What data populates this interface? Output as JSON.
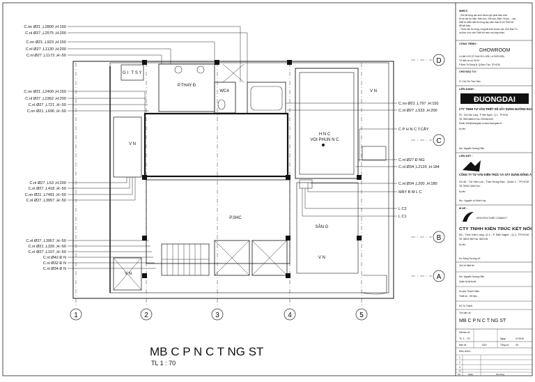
{
  "drawing": {
    "title": "MB C  P N      C  T  NG ST",
    "scale": "TL 1 : 70"
  },
  "grid_columns": [
    "1",
    "2",
    "3",
    "4",
    "5"
  ],
  "grid_rows": [
    "D",
    "C",
    "B",
    "A"
  ],
  "rooms": {
    "toilet_label": "T S Y",
    "toilet_label_left": "G I",
    "changing": "P.THAY Đ",
    "wc": "WC4",
    "shc": "P.SHC",
    "garden": "SÂN G",
    "vn_left_top": "V      N",
    "vn_left_bottom": "V      N",
    "vn_right_top": "V      N",
    "vn_right_mid": "V      N",
    "fountain_line1": "H      N      C",
    "fountain_line2": "VOI PHUN N      C"
  },
  "callouts_left": [
    "C.nn Ø21 ,L2800 ,H:150",
    "C.nl Ø27 ,L2575 ,H:200",
    "C.nn Ø21 ,L923 ,H:150",
    "C.nl Ø27 ,L1130 ,H:200",
    "C.nl Ø27 ,L1173 ,H:-50",
    "C.nn Ø21 ,L2400 ,H:150",
    "C.nl Ø27 ,L2362 ,H:200",
    "C.nl Ø27 ,L721 ,H:-50",
    "C.nn Ø21 ,L690 ,H:-50",
    "C.nl Ø27 ,L53 ,H:200",
    "C.nl Ø27 ,L418 ,H:-50",
    "C.nn Ø21 ,L7491 ,H:-50",
    "C.nl Ø27 ,L3957 ,H:-50",
    "C.nl Ø27 ,L3957 ,H:-50",
    "C.nl Ø21 ,L326 ,H:-50",
    "C.nl Ø27 ,L107 ,H:-50",
    "C.nl Ø42 Đ    N",
    "C.nl Ø32 Đ    N",
    "C.nl Ø34 Đ    N"
  ],
  "callouts_right": [
    "C.nn Ø21 ,L797 ,H:150",
    "C.nl Ø27 ,L533 ,H:200",
    "C  P H   N     C T.CÂY",
    "C.nl Ø27 Đ   NG",
    "C.nl Ø34 ,L2120 ,H:184",
    "C.nl Ø34 ,L200 ,H:180",
    "MÁY B   M L   C",
    "L   C2",
    "L   C1"
  ],
  "titleblock": {
    "notes_head": "GHI C",
    "notes": [
      "- Ghi tất công các kích thước ghi phải theo kích",
      "tỗ và các bộ mắc: Kiến trúc, Kết cấu, Điện, Nước, ...cần",
      "thiết tự kiểm kiệt thi công này cảm thác tự thi Thiết kế",
      "để kết luận.",
      "- Trước khi thi công, cùng tất kích thước cần Chủ Đầu Tư",
      "và đơn vị tư vấn Thiết Kế xem và chấp nhận."
    ],
    "project_label": "CÔNG TRÌNH :",
    "project_name": "GHOWROOM",
    "project_info": [
      "Lô đất H-02 (Ô Suối 00:1-009; Lô 0025-005)",
      "Tổ hiện số số 76,93",
      "P.Bình Trị Đông B, Q.Bình Tân, TP.HCM"
    ],
    "owner_label": "CHỦ ĐẦU TƯ :",
    "owner_name": "Ô: Chủ Thị Tâm Hiền",
    "designer_label": "LIÊN DANH :",
    "logo1_text": "ĐUONGDAI",
    "company1": "CTY TNHH TƯ VẤN THIẾT KẾ XÂY DỰNG ĐƯỜNG ĐẠI",
    "company1_address": "90 - Thôi Văn Lung - P. Bến Nghé - Q.1 - TP.HCM",
    "company1_tel": "Tel: 0902466619      Fax: 0902461619",
    "company1_mail": "Email: info@duongdai.vn      www.duongdai.vn",
    "company1_sign": "Ký tên:",
    "company1_person": "Kts. Nguyễn Hoàng Diễu",
    "liaison_label": "LIÊN KẾT :",
    "company2": "CÔNG TY TƯ VẤN KIẾN TRÚC VÀ XÂY DỰNG ĐÔNG Á",
    "company2_address": "Số 45 - Tôi Văn Lan - Trần Hưng Đạo - Quận 1 - TP.HCM",
    "company2_tel": "Tel: 0929171660      Fax:",
    "company2_sign": "Ký tên:",
    "company2_person": "Kts : Nguyễn Lê Minh Huy",
    "me_label": "M &E :",
    "logo3_text": "ARCHITECTURE CONNECT",
    "company3": "CTY TNHH KIẾN TRÚC KẾT NỐI",
    "company3_address": "96 - Thôi Văn Lung, Q.1 - P. Bến Nghé - Q.1, TP.HCM",
    "company3_tel": "Tel: 08221,965      Fax: 0822196",
    "company3_sign": "Ký tên:",
    "company3_person": "Ks. Đặng Trường Vũ",
    "design_manager": "Chủ trì thiết kế:",
    "design_manager_person": "Kts. Nguyễn Hoàng Diễu",
    "lead": "Quản lý kỹ thuật:",
    "lead_person": "Ks.phó Thanh Giám",
    "designer": "Thiết kế - Vẽ hiệu :",
    "designer_person": "KS Tô Thành",
    "drawing_name_label": "Tên bản vẽ :",
    "drawing_name": "MB C  P N      C T NG ST",
    "sheet_no_label": "Mã bản vẽ",
    "sheet_no": "TL    1 : 70",
    "date_label": "Ngày :",
    "date": "07/2016",
    "scale_label": "Bản vẽ :",
    "scale_value": "N15",
    "total_label": "Tổng số:",
    "total_value": "33",
    "revision_label": "Điều chỉnh :",
    "rev_rows": [
      "1",
      "2",
      "3",
      "4"
    ],
    "footer_left": "Số",
    "footer_mid": "Ngày",
    "footer_right": "Nội dung"
  }
}
